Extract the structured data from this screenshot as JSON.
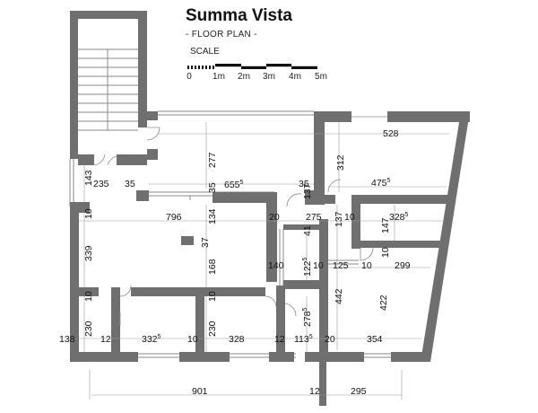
{
  "header": {
    "title": "Summa Vista",
    "subtitle": "- FLOOR PLAN -",
    "scale_label": "SCALE",
    "scale_ticks": [
      "0",
      "1m",
      "2m",
      "3m",
      "4m",
      "5m"
    ]
  },
  "dimensions": {
    "d_277": "277",
    "d_655": "655",
    "d_655_sup": "5",
    "d_528": "528",
    "d_312": "312",
    "d_475": "475",
    "d_475_sup": "5",
    "d_143": "143",
    "d_235": "235",
    "d_35a": "35",
    "d_35b": "35",
    "d_35c": "35",
    "d_137a": "137",
    "d_10a": "10",
    "d_796": "796",
    "d_134": "134",
    "d_20a": "20",
    "d_275": "275",
    "d_137b": "137",
    "d_10b": "10",
    "d_328a": "328",
    "d_328a_sup": "5",
    "d_339": "339",
    "d_37": "37",
    "d_41": "41",
    "d_147": "147",
    "d_10c": "10",
    "d_168": "168",
    "d_140": "140",
    "d_122": "122",
    "d_122_sup": "5",
    "d_10d": "10",
    "d_125": "125",
    "d_10e": "10",
    "d_299": "299",
    "d_10f": "10",
    "d_10g": "10",
    "d_442": "442",
    "d_422": "422",
    "d_278": "278",
    "d_278_sup": "5",
    "d_230a": "230",
    "d_230b": "230",
    "d_138": "138",
    "d_12a": "12",
    "d_332": "332",
    "d_332_sup": "5",
    "d_10h": "10",
    "d_328b": "328",
    "d_12b": "12",
    "d_113": "113",
    "d_113_sup": "5",
    "d_20b": "20",
    "d_354": "354",
    "d_901": "901",
    "d_12c": "12",
    "d_295": "295"
  }
}
